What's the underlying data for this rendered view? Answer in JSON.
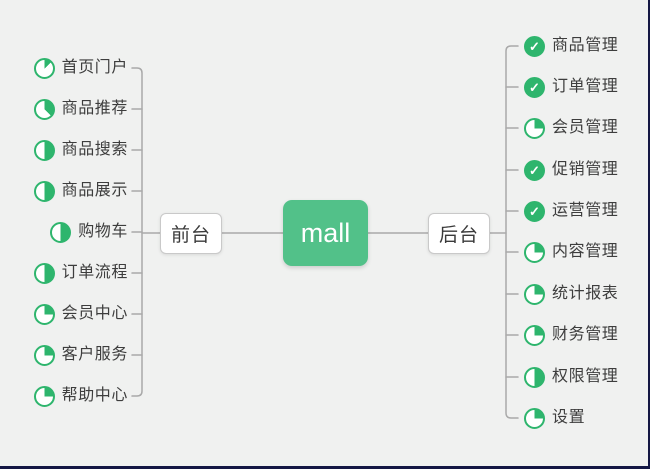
{
  "colors": {
    "node_green": "#52c189",
    "icon_green": "#2eb56d",
    "line_gray": "#a9a9a9",
    "background": "#f0f1f0",
    "text": "#3d3d3d",
    "border_navy": "#141744"
  },
  "center_topic": {
    "label": "mall"
  },
  "left_branch": {
    "label": "前台",
    "items": [
      {
        "label": "首页门户",
        "icon": "progress-1-8"
      },
      {
        "label": "商品推荐",
        "icon": "progress-3-8"
      },
      {
        "label": "商品搜索",
        "icon": "progress-4-8"
      },
      {
        "label": "商品展示",
        "icon": "progress-4-8"
      },
      {
        "label": "购物车",
        "icon": "progress-4-8"
      },
      {
        "label": "订单流程",
        "icon": "progress-4-8"
      },
      {
        "label": "会员中心",
        "icon": "progress-2-8"
      },
      {
        "label": "客户服务",
        "icon": "progress-2-8"
      },
      {
        "label": "帮助中心",
        "icon": "progress-2-8"
      }
    ]
  },
  "right_branch": {
    "label": "后台",
    "items": [
      {
        "label": "商品管理",
        "icon": "done"
      },
      {
        "label": "订单管理",
        "icon": "done"
      },
      {
        "label": "会员管理",
        "icon": "progress-2-8"
      },
      {
        "label": "促销管理",
        "icon": "done"
      },
      {
        "label": "运营管理",
        "icon": "done"
      },
      {
        "label": "内容管理",
        "icon": "progress-2-8"
      },
      {
        "label": "统计报表",
        "icon": "progress-2-8"
      },
      {
        "label": "财务管理",
        "icon": "progress-2-8"
      },
      {
        "label": "权限管理",
        "icon": "progress-4-8"
      },
      {
        "label": "设置",
        "icon": "progress-2-8"
      }
    ]
  }
}
